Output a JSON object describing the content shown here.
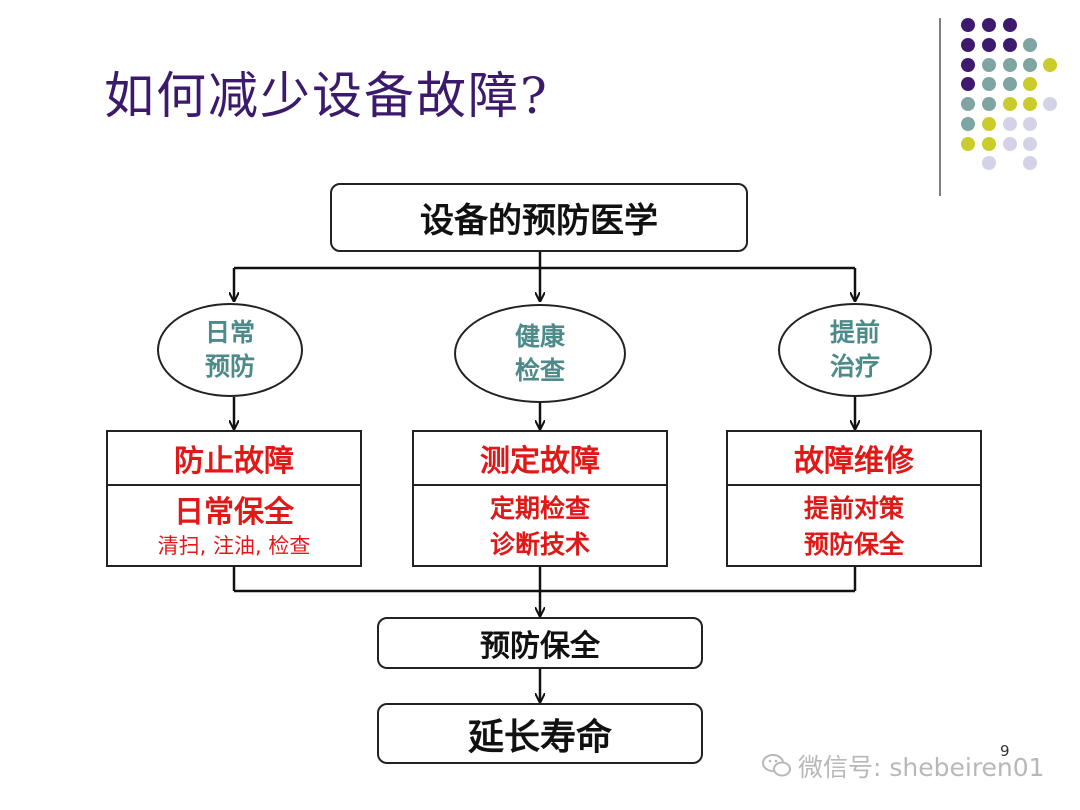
{
  "title": "如何减少设备故障?",
  "top": {
    "label": "设备的预防医学"
  },
  "ovals": [
    {
      "line1": "日常",
      "line2": "预防"
    },
    {
      "line1": "健康",
      "line2": "检查"
    },
    {
      "line1": "提前",
      "line2": "治疗"
    }
  ],
  "boxes": [
    {
      "head": "防止故障",
      "body_main": "日常保全",
      "body_sub": "清扫, 注油, 检查"
    },
    {
      "head": "测定故障",
      "body_line1": "定期检查",
      "body_line2": "诊断技术"
    },
    {
      "head": "故障维修",
      "body_line1": "提前对策",
      "body_line2": "预防保全"
    }
  ],
  "bottom": [
    "预防保全",
    "延长寿命"
  ],
  "page_number": "9",
  "watermark": "微信号: shebeiren01",
  "colors": {
    "title": "#3b1a6b",
    "oval_text": "#4d8a8a",
    "box_text": "#e01818",
    "dot_purple": "#3e1a6e",
    "dot_teal": "#7fa5a3",
    "dot_yellow": "#c9cc2a",
    "dot_lavender": "#d4d2e6"
  }
}
